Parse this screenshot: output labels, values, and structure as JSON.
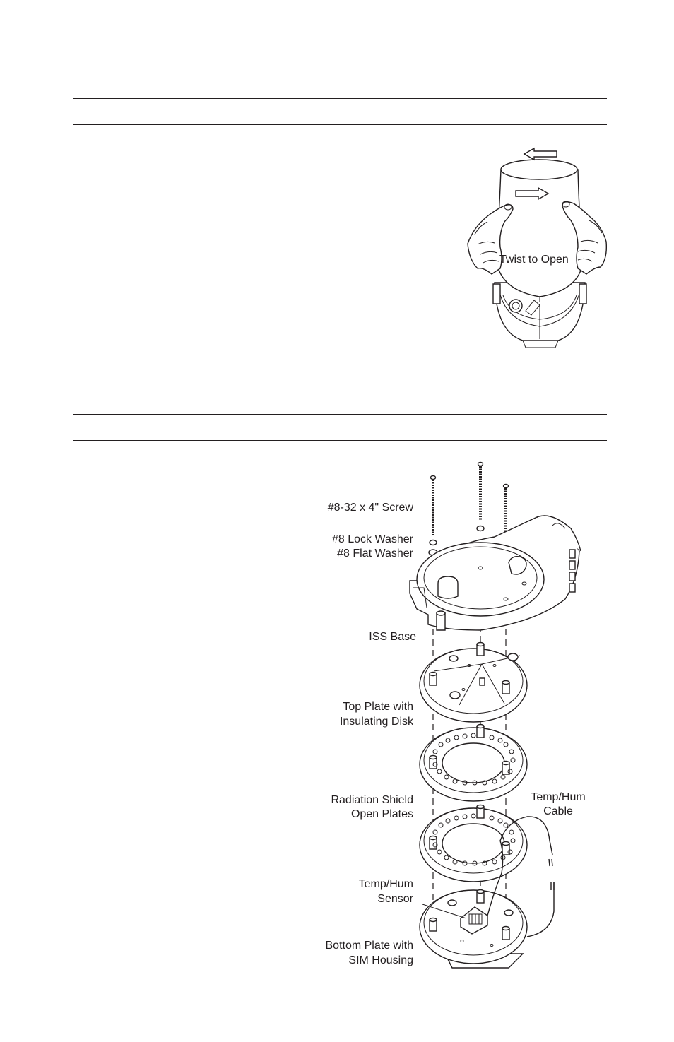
{
  "figure1": {
    "caption": "Twist to Open"
  },
  "figure2": {
    "labels": {
      "screw": "#8-32 x 4\" Screw",
      "lock_washer": "#8 Lock Washer",
      "flat_washer": "#8 Flat Washer",
      "iss_base": "ISS Base",
      "top_plate_1": "Top Plate with",
      "top_plate_2": "Insulating Disk",
      "shield_1": "Radiation Shield",
      "shield_2": "Open Plates",
      "cable_1": "Temp/Hum",
      "cable_2": "Cable",
      "sensor_1": "Temp/Hum",
      "sensor_2": "Sensor",
      "bottom_1": "Bottom Plate with",
      "bottom_2": "SIM Housing"
    }
  }
}
